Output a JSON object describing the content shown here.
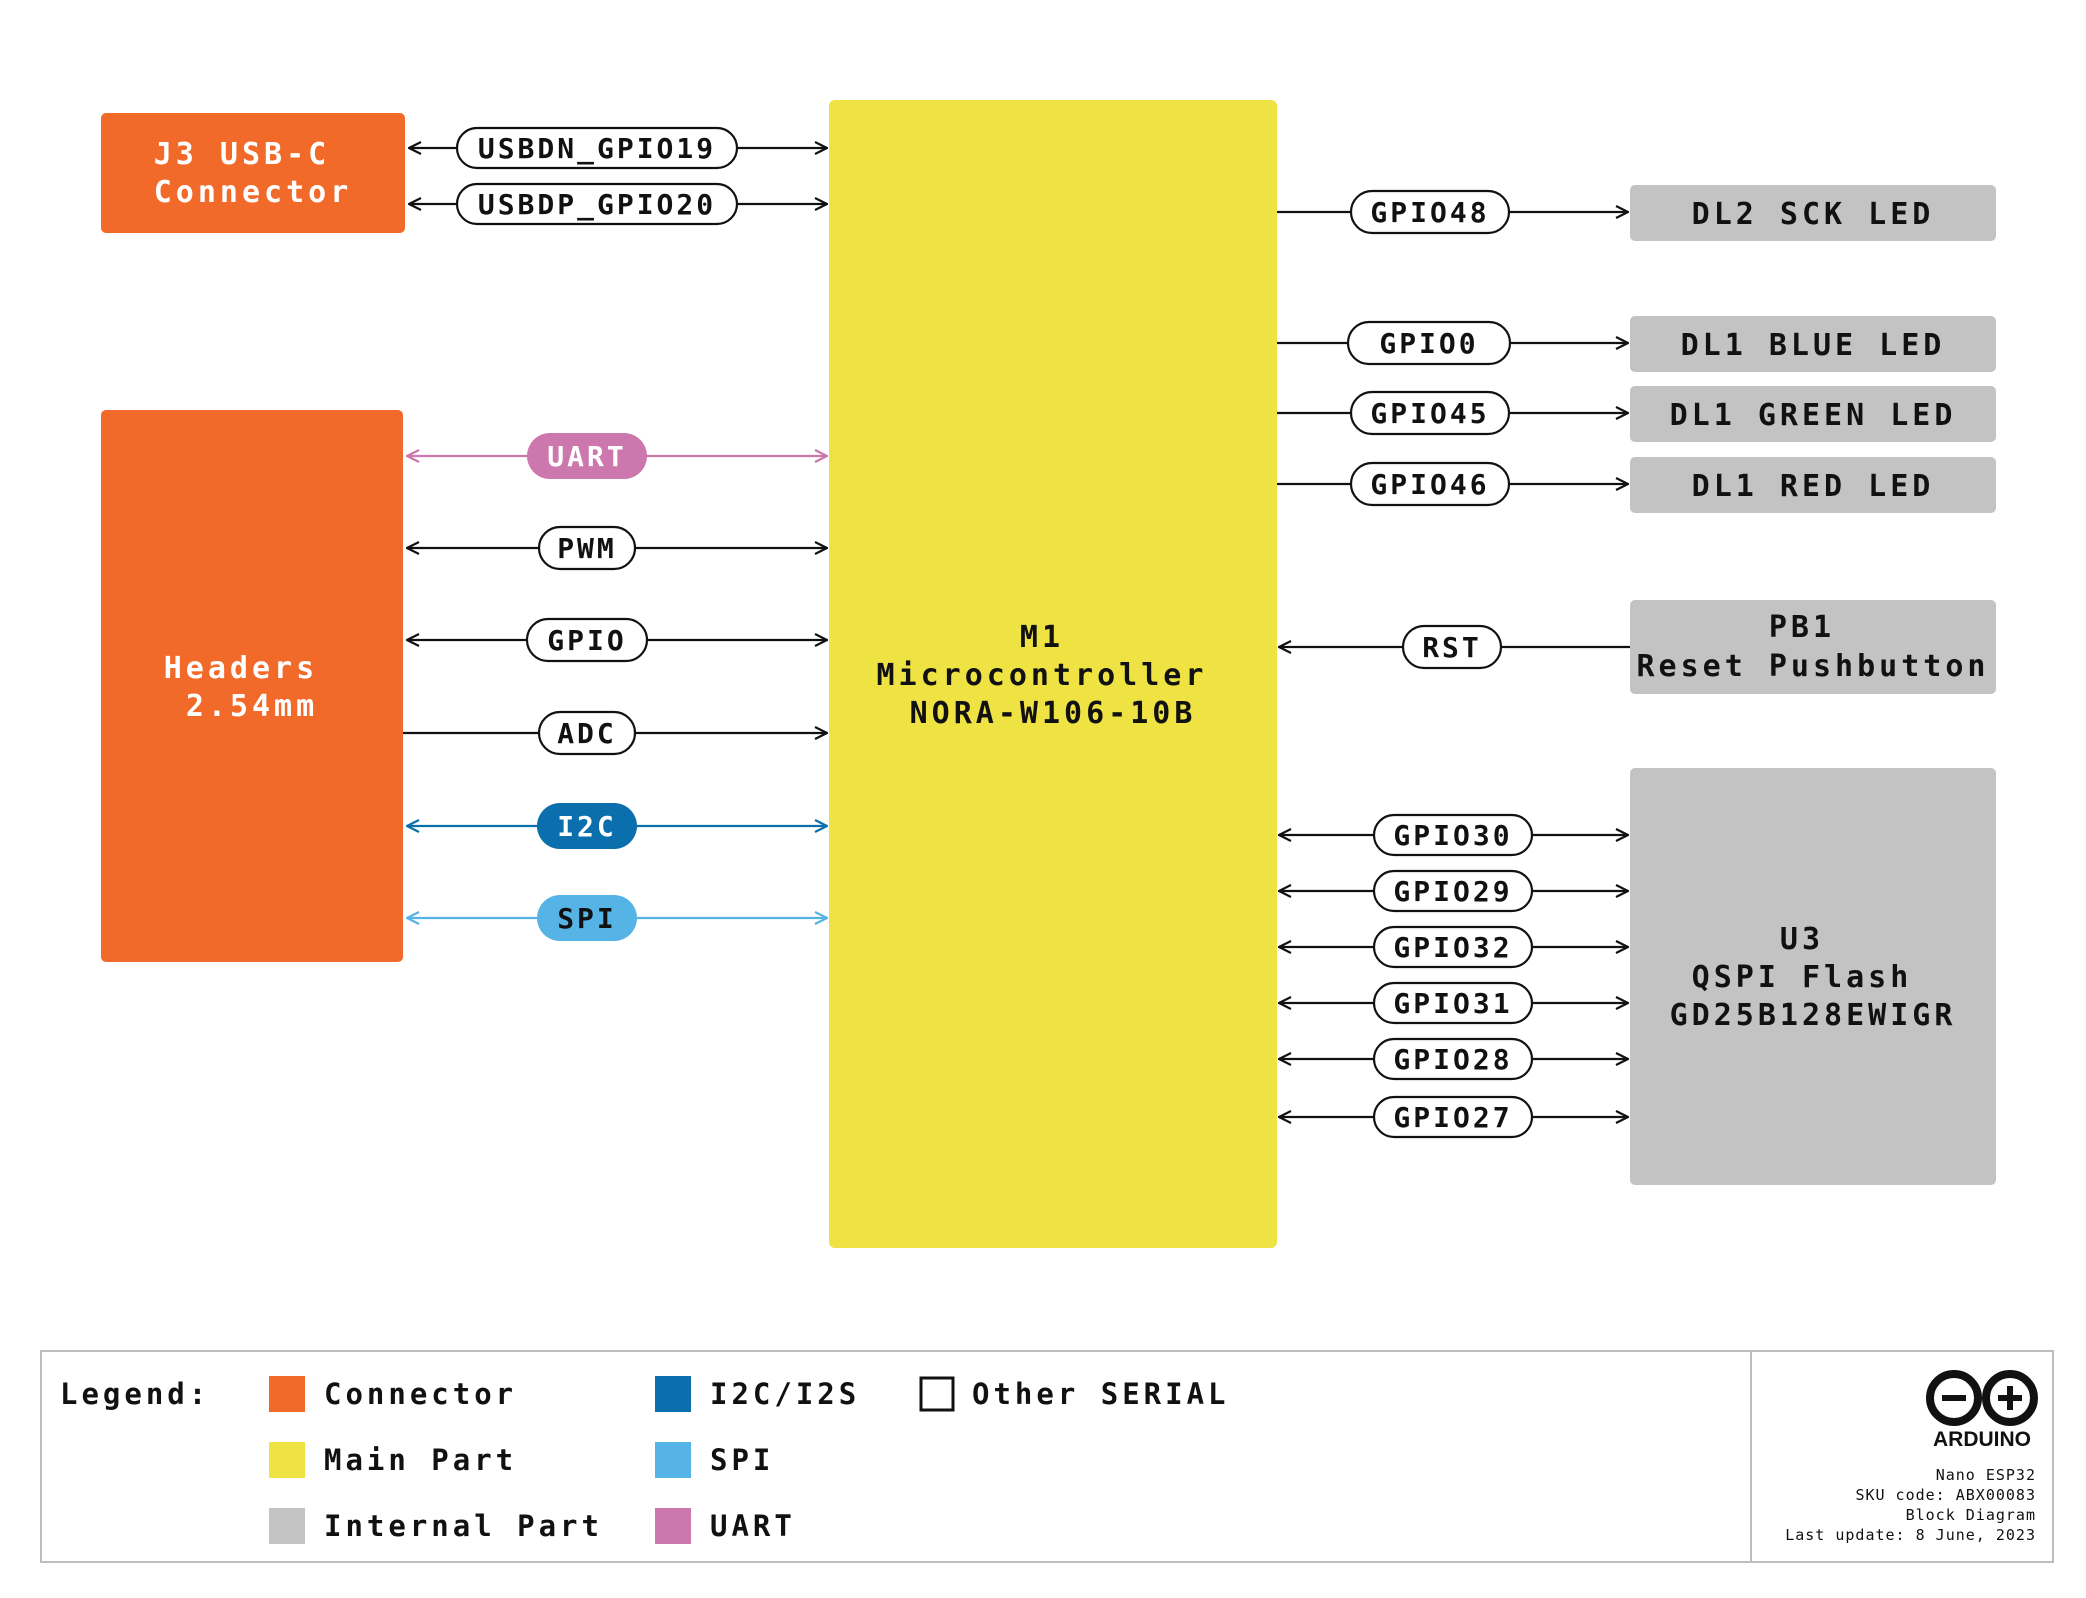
{
  "colors": {
    "connector": "#f26a2a",
    "main": "#efe343",
    "internal": "#c3c3c3",
    "i2c": "#0b6fae",
    "spi": "#56b3e6",
    "uart": "#cc77ad",
    "line": "#111111"
  },
  "blocks": {
    "usbc": [
      "J3 USB-C",
      "Connector"
    ],
    "headers": [
      "Headers",
      "2.54mm"
    ],
    "mcu": [
      "M1",
      "Microcontroller",
      "NORA-W106-10B"
    ],
    "dl2": [
      "DL2 SCK LED"
    ],
    "dl1_blue": [
      "DL1 BLUE LED"
    ],
    "dl1_green": [
      "DL1 GREEN LED"
    ],
    "dl1_red": [
      "DL1 RED LED"
    ],
    "pb1": [
      "PB1",
      "Reset Pushbutton"
    ],
    "u3": [
      "U3",
      "QSPI Flash",
      "GD25B128EWIGR"
    ]
  },
  "signals": {
    "usbdn": "USBDN_GPIO19",
    "usbdp": "USBDP_GPIO20",
    "uart": "UART",
    "pwm": "PWM",
    "gpio": "GPIO",
    "adc": "ADC",
    "i2c": "I2C",
    "spi": "SPI",
    "gpio48": "GPIO48",
    "gpio0": "GPIO0",
    "gpio45": "GPIO45",
    "gpio46": "GPIO46",
    "rst": "RST",
    "gpio30": "GPIO30",
    "gpio29": "GPIO29",
    "gpio32": "GPIO32",
    "gpio31": "GPIO31",
    "gpio28": "GPIO28",
    "gpio27": "GPIO27"
  },
  "legend": {
    "title": "Legend:",
    "connector": "Connector",
    "main_part": "Main Part",
    "internal_part": "Internal Part",
    "i2c_i2s": "I2C/I2S",
    "spi": "SPI",
    "uart": "UART",
    "other_serial": "Other SERIAL"
  },
  "footer": {
    "brand": "ARDUINO",
    "product": "Nano ESP32",
    "sku": "SKU code: ABX00083",
    "doc_type": "Block Diagram",
    "last_update": "Last update: 8 June, 2023"
  }
}
